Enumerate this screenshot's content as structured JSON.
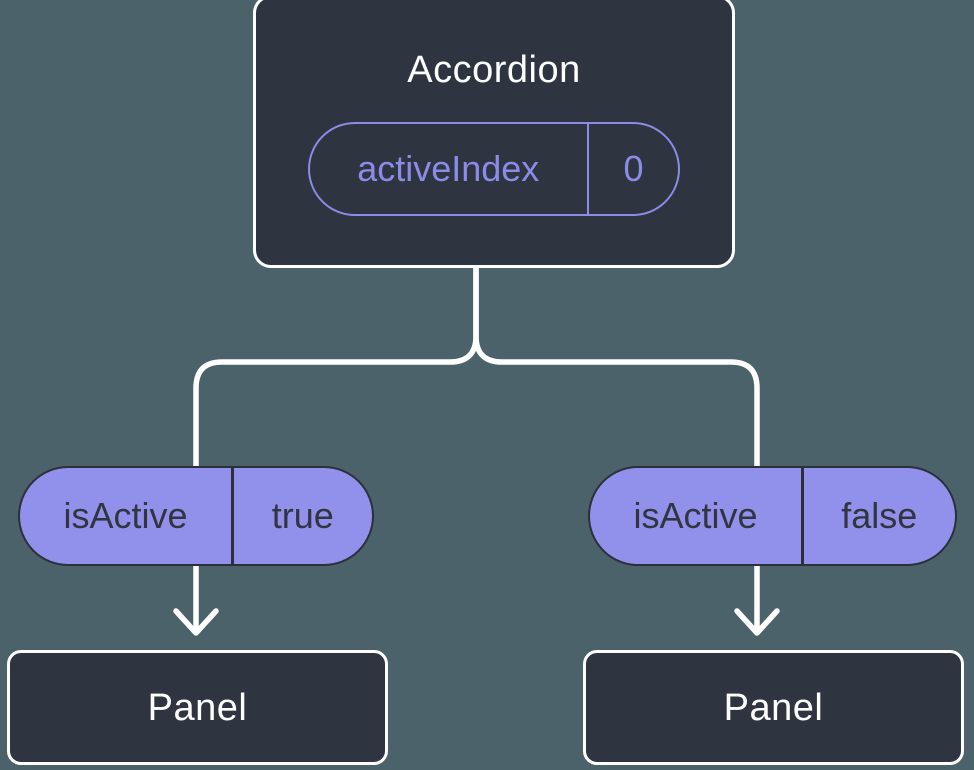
{
  "diagram": {
    "root": {
      "title": "Accordion",
      "prop": {
        "name": "activeIndex",
        "value": "0"
      }
    },
    "children": [
      {
        "prop": {
          "name": "isActive",
          "value": "true"
        },
        "node": {
          "title": "Panel"
        }
      },
      {
        "prop": {
          "name": "isActive",
          "value": "false"
        },
        "node": {
          "title": "Panel"
        }
      }
    ]
  },
  "icons": {
    "connector_arrow": "arrow-down-icon"
  },
  "colors": {
    "background": "#4C626A",
    "node_fill": "#2F3441",
    "node_border": "#FFFFFF",
    "node_text": "#FFFFFF",
    "accent_purple": "#8A8CE8",
    "pill_fill": "#9191EC",
    "pill_border": "#2B303B",
    "pill_text": "#30353F",
    "connector": "#FFFFFF"
  }
}
